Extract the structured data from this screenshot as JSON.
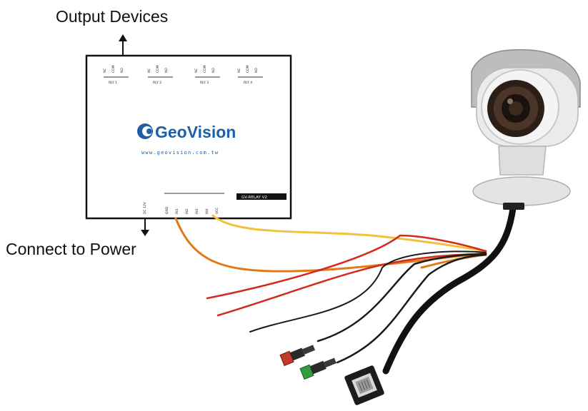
{
  "labels": {
    "output_devices": "Output Devices",
    "connect_power": "Connect to Power"
  },
  "relay_box": {
    "brand": "GeoVision",
    "website": "www.geovision.com.tw",
    "model": "GV-RELAY V2",
    "relays": [
      {
        "label": "RLY 1",
        "pins": [
          "NC",
          "COM",
          "NO"
        ]
      },
      {
        "label": "RLY 2",
        "pins": [
          "NC",
          "COM",
          "NO"
        ]
      },
      {
        "label": "RLY 3",
        "pins": [
          "NC",
          "COM",
          "NO"
        ]
      },
      {
        "label": "RLY 4",
        "pins": [
          "NC",
          "COM",
          "NO"
        ]
      }
    ],
    "power_pin": "DC 12V",
    "inputs": [
      "GND",
      "IN1",
      "IN2",
      "IN3",
      "IN4",
      "VCC"
    ]
  },
  "colors": {
    "wire_yellow": "#f2c23a",
    "wire_orange": "#e07a18",
    "wire_red": "#d42a1e",
    "wire_black": "#1a1a1a",
    "connector_red": "#c0392b",
    "connector_green": "#2e9e3e",
    "camera_body": "#e9e9e9"
  },
  "icons": [
    "arrow-up-icon",
    "arrow-down-icon",
    "geovision-logo-icon",
    "camera-icon",
    "rj45-connector-icon"
  ]
}
